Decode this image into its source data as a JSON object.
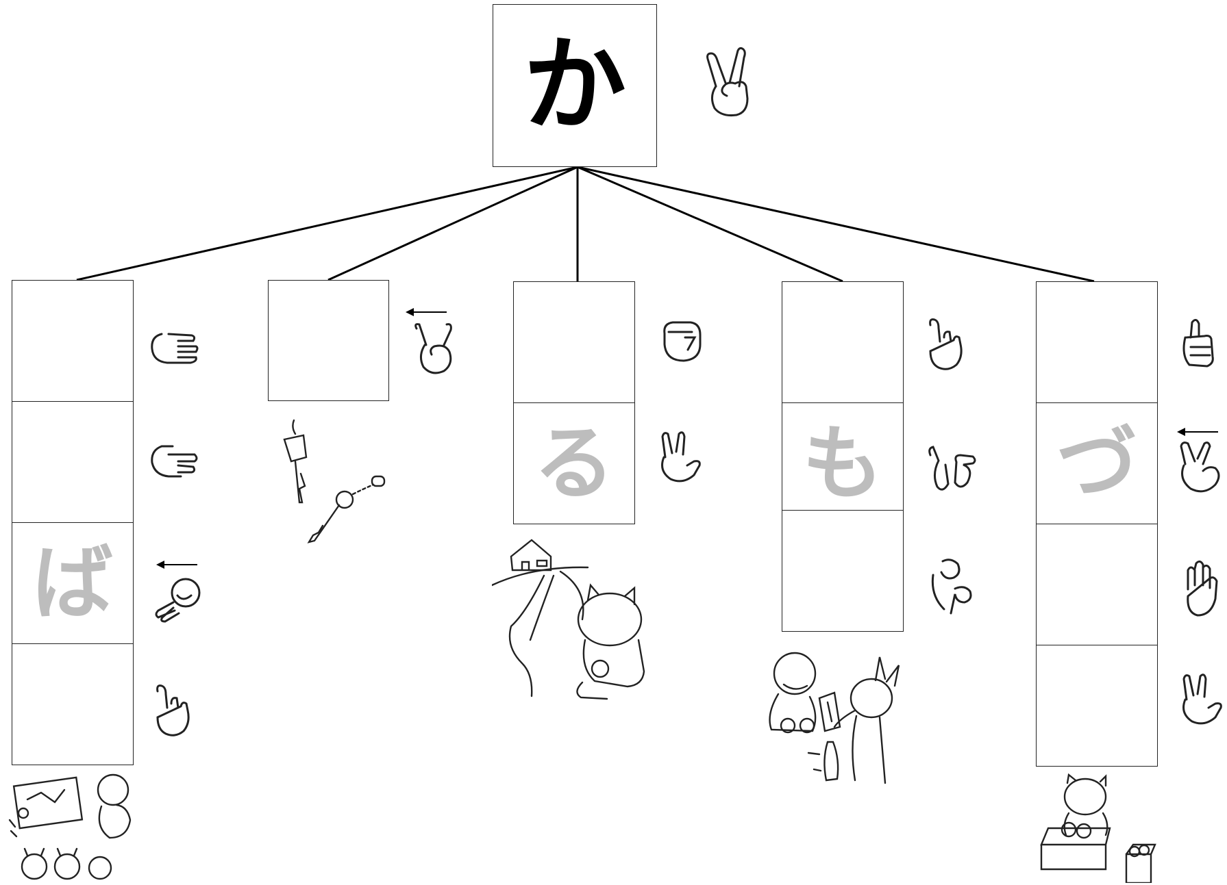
{
  "root": {
    "char": "か",
    "sign": "hand-sign-v-icon"
  },
  "words": [
    {
      "id": "ba",
      "length": 4,
      "hints": {
        "2": "ば"
      },
      "signs": [
        "hand-sign-flat-icon",
        "hand-sign-point-icon",
        "hand-sign-hook-icon",
        "hand-sign-pinky-icon"
      ],
      "arrow_at": 2,
      "picture": "children-drawing-illustration"
    },
    {
      "id": "key",
      "length": 1,
      "hints": {},
      "signs": [
        "hand-sign-horns-icon"
      ],
      "arrow_at": 0,
      "picture": "keys-illustration"
    },
    {
      "id": "kaeru",
      "length": 2,
      "hints": {
        "1": "る"
      },
      "signs": [
        "hand-sign-fist-icon",
        "hand-sign-v-bent-icon"
      ],
      "arrow_at": null,
      "picture": "walking-home-illustration"
    },
    {
      "id": "kamo",
      "length": 3,
      "hints": {
        "1": "も"
      },
      "signs": [
        "hand-sign-pinky-icon",
        "hand-sign-two-hands-icon",
        "hand-sign-moving-icon"
      ],
      "arrow_at": null,
      "picture": "giving-money-illustration"
    },
    {
      "id": "kazu",
      "length": 4,
      "hints": {
        "1": "づ"
      },
      "signs": [
        "hand-sign-thumb-icon",
        "hand-sign-v-crossed-icon",
        "hand-sign-open-icon",
        "hand-sign-v-bent-icon"
      ],
      "arrow_at": 1,
      "picture": "counting-boxes-illustration"
    }
  ]
}
